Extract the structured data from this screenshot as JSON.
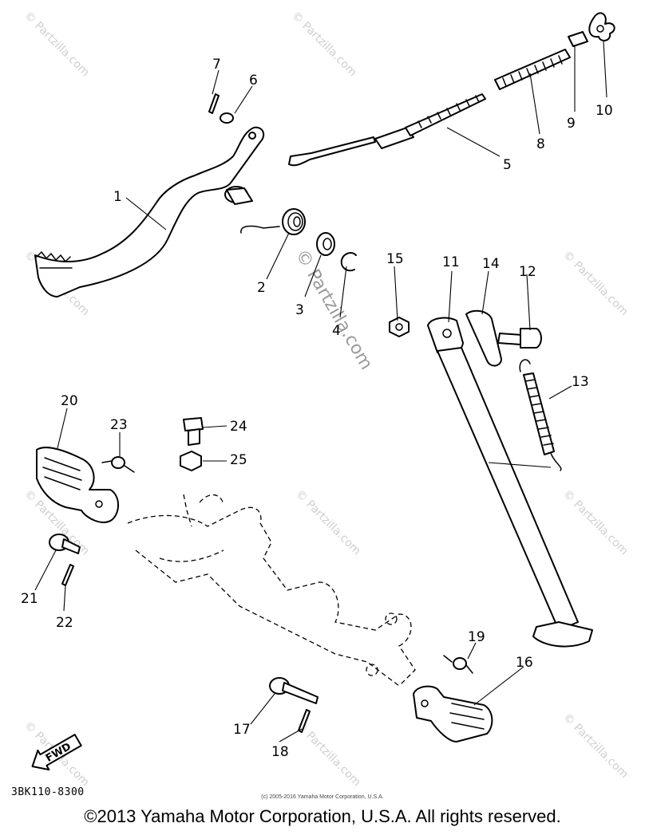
{
  "diagram": {
    "callouts": [
      "1",
      "2",
      "3",
      "4",
      "5",
      "6",
      "7",
      "8",
      "9",
      "10",
      "11",
      "12",
      "13",
      "14",
      "15",
      "16",
      "17",
      "18",
      "19",
      "20",
      "21",
      "22",
      "23",
      "24",
      "25"
    ],
    "fwd_label": "FWD",
    "diagram_code": "3BK110-8300",
    "watermark_text": "© Partzilla.com"
  },
  "footer": {
    "copyright_small": "(c) 2005-2016 Yamaha Motor Corporation, U.S.A.",
    "copyright_main": "©2013 Yamaha Motor Corporation, U.S.A. All rights reserved."
  }
}
